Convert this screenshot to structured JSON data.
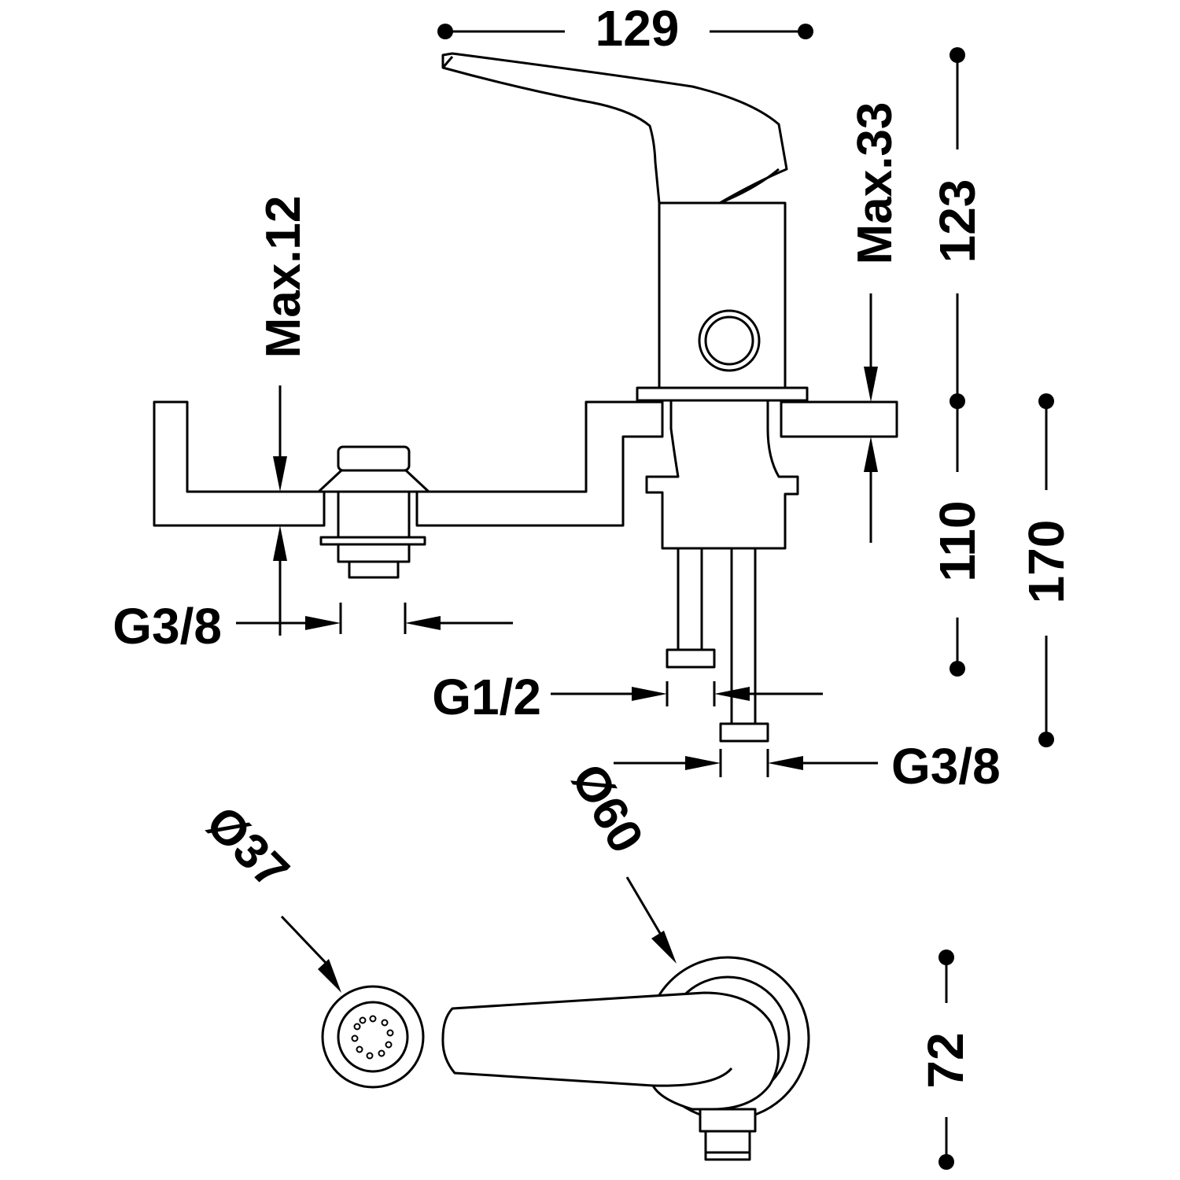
{
  "dimensions": {
    "width_129": "129",
    "height_123": "123",
    "height_110": "110",
    "height_170": "170",
    "depth_72": "72",
    "max_33": "Max.33",
    "max_12": "Max.12",
    "thread_g38_left": "G3/8",
    "thread_g12": "G1/2",
    "thread_g38_right": "G3/8",
    "diameter_60": "Ø60",
    "diameter_37": "Ø37"
  },
  "colors": {
    "line": "#000000",
    "background": "#ffffff"
  }
}
